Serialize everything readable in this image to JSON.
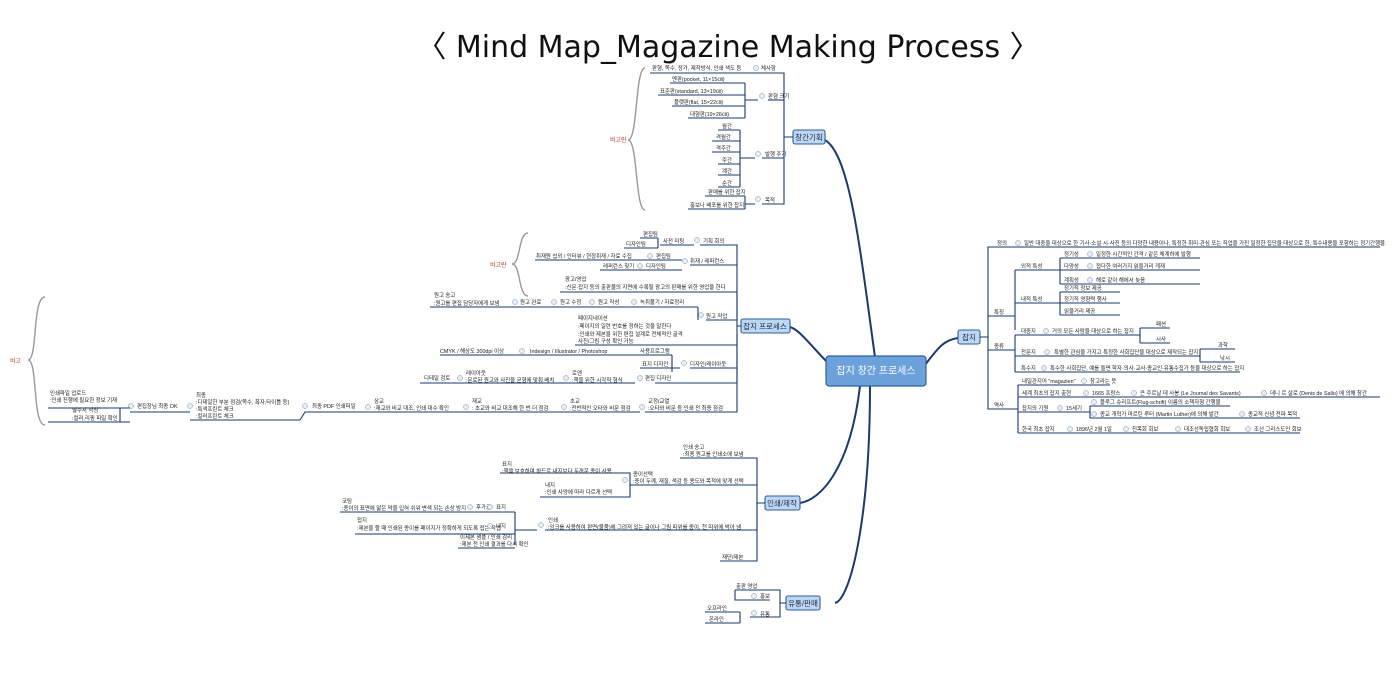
{
  "title": "〈 Mind Map_Magazine Making Process 〉",
  "center": "잡지 창간 프로세스",
  "branches": {
    "b1": "창간기획",
    "b2": "잡지 프로세스",
    "b3": "인쇄/제작",
    "b4": "유통/판매",
    "b5": "잡지"
  },
  "notes": {
    "n1": "비고란",
    "n2": "비고란",
    "n3": "비고"
  },
  "plan": {
    "t1": "판형, 쪽수, 정가, 제작방식, 인쇄 색도 등",
    "t1a": "체사항",
    "t2": "멘판(pocket, 11×15㎝)",
    "t3": "표준판(standard, 13×19㎝)",
    "t4": "플랫판(flat, 15×22㎝)",
    "t5": "대형판(19×26㎝)",
    "t6": "판형 크기",
    "t7": "월간",
    "t8": "격월간",
    "t9": "격주간",
    "t10": "주간",
    "t11": "계간",
    "t12": "순간",
    "t13": "발행 주기",
    "t14": "판매를 위한 잡지",
    "t15": "홍보나 배포를 위한 잡지",
    "t16": "목적"
  },
  "process": {
    "p1": "편집팀",
    "p2": "디자인팀",
    "p3": "사전 미팅",
    "p4": "기획 회의",
    "p5": "취재원 섭외 / 인터뷰 / 현장취재 / 자료 수집",
    "p6": "편집팀",
    "p7": "레퍼런스 찾기",
    "p8": "디자인팀",
    "p9": "취재 / 레퍼런스",
    "p10": "광고/영업",
    "p11": ":신문·잡지 등의 출판물의 지면에 수록될 광고의 판매를 위한 영업을 한다",
    "p12": "원고 송고",
    "p13": ":원고를 편집 담당자에게 보냄",
    "p14": "원고 완료",
    "p15": "원고 수정",
    "p16": "원고 작성",
    "p17": "녹취풀기 / 자료정리",
    "p18": "원고 작업",
    "p19": "페이지네이션",
    "p20": ":페이지의 일련 번호를 정하는 것을 말한다",
    "p21": ":인쇄와 제본을 위한 편집 설계로 전체적인 골격",
    "p22": "사진/그림 구성 확인 가능",
    "p23": "CMYK / 해상도 300dpi 이상",
    "p24": "Indesign / Illustrator / Photoshop",
    "p25": "사용프로그램",
    "p26": "표지 디자인",
    "p27": "디자인/레이아웃",
    "p28": "디테일 검토",
    "p29": "레이아웃",
    "p30": ":문로된 원고와 사진을 균형에 맞춰 배치",
    "p31": "로앤",
    "p32": ":책을 위한 시각적 형식",
    "p33": "편집 디자인",
    "p34": "초교",
    "p35": ":전반적인 오타와 비문 점검",
    "p36": "교정/교열",
    "p37": ":오타와 비문 등 인쇄 전 최종 점검",
    "p38": "재교",
    "p39": ": 초교와 비교 대조해 한 번 더 점검",
    "p40": "삼교",
    "p41": ":재교와 비교 대조, 인쇄 대수 확인",
    "p42": "최종 PDF 인쇄파일",
    "p43": "최종",
    "p44": ":디테일한 부분 점검(쪽수, 폭자,타이틀 등)",
    "p45": ":특색프린트 체크",
    "p46": ":컬러프린트 체크",
    "p47": "편집장님 최종 OK",
    "p48": "인쇄파일 업로드",
    "p49": ":인쇄 진행에 필요한 정보 기재",
    "p50": "별주서 작성",
    "p51": ":컬러,리핑 파일 확인"
  },
  "print": {
    "r1": "인쇄 송고",
    "r2": ":최종 원고를 인쇄소에 보냄",
    "r3": "표지",
    "r4": ":책을 보호하며 하드로 내지보다 두꺼운 종이 사용",
    "r5": "내지",
    "r6": ":인쇄 사양에 따라 다르게 선택",
    "r7": "종이선택",
    "r8": ":종이 두께, 재질, 색감 등 용도와 목적에 맞게 선택",
    "r9": "코팅",
    "r10": ":종이의 표면에 얇은 막을 입혀 쉬워 변색 되는 손상 방지",
    "r11": "후가공",
    "r12": "표지",
    "r13": "접지",
    "r14": ":제본을 할 때 인쇄된 종이를 페이지가 정확하게 되도록 접는 작업",
    "r15": "내지",
    "r16": "인쇄",
    "r17": ":잉크를 사용하여 판면(불품)에 그려져 있는 글이나 그림 따위를 종이, 천 따위에 박아 냄",
    "r18": "이제본 샘플 / 인쇄 감리",
    "r19": ":제본 전 인쇄 결과를 다시 확인",
    "r20": "재단/제본"
  },
  "dist": {
    "d1": "출판 영업",
    "d2": "홍보",
    "d3": "오프라인",
    "d4": "온라인",
    "d5": "유통"
  },
  "mag": {
    "m1": "정의",
    "m2": "일반 대중을 대상으로 한 기사·소설·시·사진 등의 다양한 내용이나, 특정한 취미·관심 또는 직업을 가진 일정한 집단을 대상으로 한, 특수내용을 포함하는 정기간행물.",
    "m3": "정기성",
    "m4": "일정한 시간적인 간격 / 같은 체계하에 발행",
    "m5": "다양성",
    "m6": "접다한 여러가지 읽을거리 게재",
    "m7": "계획성",
    "m8": "해로 같이 해에서 늦음",
    "m9": "외적 특성",
    "m10": "정기적 정보 제공",
    "m11": "정기적 영향력 행사",
    "m12": "읽을거리 제공",
    "m13": "내적 특성",
    "m14": "특징",
    "m15": "대중지",
    "m16": "거의 모든 사람을 대상으로 하는 잡지",
    "m17": "패션",
    "m18": "시사",
    "m19": "전문지",
    "m20": "특별한 관심을 가지고 특정한 사회집단을 대상으로 제작되는 잡지",
    "m21": "과학",
    "m22": "낚시",
    "m23": "특수지",
    "m24": "특수한 사회집단, 예를 들면 학자·의사·교사·종교인·유통수집가 등을 대상으로 하는 잡지",
    "m25": "종류",
    "m26": "내일관지어 \"magazien\"",
    "m27": "창고라는 뜻",
    "m28": "세계 최초의 잡지 출현",
    "m29": "1665 프랑스",
    "m30": "큰 주르날 데 사봉 (Le Journal des Savants)",
    "m31": "데니 르 살로 (Denis de Sallo) 에 의해 창간",
    "m32": "잡지의 기원",
    "m33": "15세기",
    "m34": "플루그 슈리프트(Flug-schrift) 이름의 소책자형 간행물",
    "m35": "종교 개혁가 마르틴 루터 (Martin Luther)에 의해 발간",
    "m36": "종교적 신념 전파 목적",
    "m37": "한국 최초 잡지",
    "m38": "1896년 2월 1일",
    "m39": "친목회 회보",
    "m40": "대조선독립협회 회보",
    "m41": "조선 그리스도인 회보",
    "m42": "역사"
  }
}
